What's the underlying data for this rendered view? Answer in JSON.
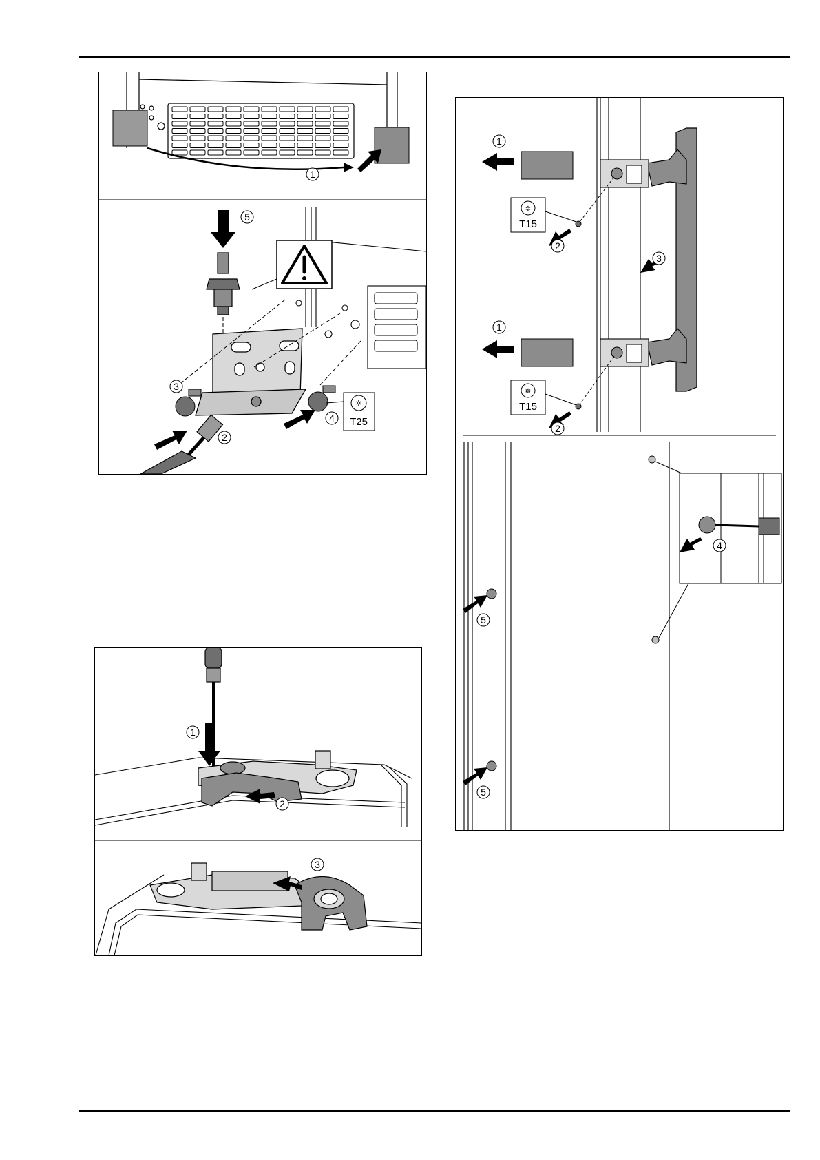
{
  "fig1": {
    "callouts": [
      "1",
      "5",
      "3",
      "2",
      "4"
    ],
    "tool_label": "T25"
  },
  "fig2": {
    "callouts": [
      "1",
      "2",
      "3"
    ]
  },
  "fig3": {
    "callouts": [
      "1",
      "2",
      "1",
      "2",
      "3",
      "4",
      "5",
      "5"
    ],
    "tool_label_top": "T15",
    "tool_label_bottom": "T15"
  },
  "colors": {
    "ink": "#000000",
    "part_grey": "#8c8c8c",
    "light_grey": "#d9d9d9",
    "frame_grey": "#bfbfbf"
  }
}
